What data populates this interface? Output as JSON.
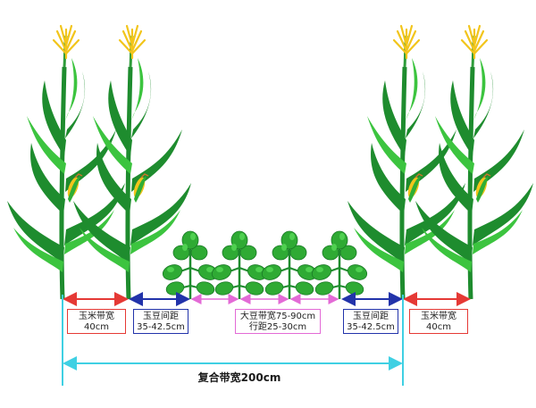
{
  "labels": {
    "corn_band_left": {
      "title": "玉米带宽",
      "value": "40cm"
    },
    "soy_gap_left": {
      "title": "玉豆间距",
      "value": "35-42.5cm"
    },
    "soy_band": {
      "title": "大豆带宽75-90cm",
      "value": "行距25-30cm"
    },
    "soy_gap_right": {
      "title": "玉豆间距",
      "value": "35-42.5cm"
    },
    "corn_band_right": {
      "title": "玉米带宽",
      "value": "40cm"
    },
    "total": "复合带宽200cm"
  },
  "colors": {
    "corn_band": "#e53935",
    "soy_gap": "#2233aa",
    "soy_band": "#e36ad6",
    "total": "#3fd0e3",
    "leaf_dark": "#1e8c2e",
    "leaf_light": "#3cc43f",
    "tassel": "#f2c51b"
  },
  "plants": {
    "corn_icon": "corn-plant-icon",
    "soybean_icon": "soybean-plant-icon"
  }
}
